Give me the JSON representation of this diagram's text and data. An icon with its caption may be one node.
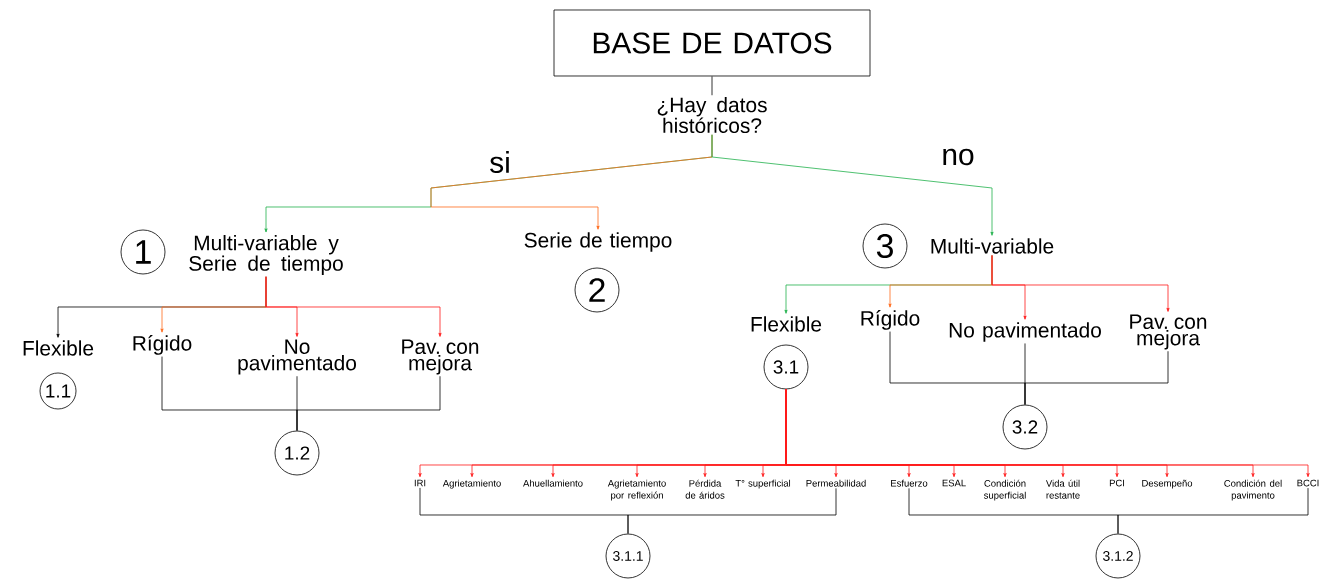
{
  "diagram": {
    "nodes": [
      {
        "text": [
          "BASE DE DATOS"
        ]
      },
      {
        "text": [
          "¿Hay datos históricos?"
        ]
      },
      {
        "text": [
          "1"
        ]
      },
      {
        "text": [
          "Multi-variable y Serie de tiempo"
        ]
      },
      {
        "text": [
          "Serie de tiempo"
        ]
      },
      {
        "text": [
          "2"
        ]
      },
      {
        "text": [
          "3"
        ]
      },
      {
        "text": [
          "Multi-variable"
        ]
      },
      {
        "text": [
          "Flexible"
        ]
      },
      {
        "text": [
          "1.1"
        ]
      },
      {
        "text": [
          "Rígido"
        ]
      },
      {
        "text": [
          "No pavimentado"
        ]
      },
      {
        "text": [
          "Pav. con mejora"
        ]
      },
      {
        "text": [
          "1.2"
        ]
      },
      {
        "text": [
          "Flexible"
        ]
      },
      {
        "text": [
          "3.1"
        ]
      },
      {
        "text": [
          "Rígido"
        ]
      },
      {
        "text": [
          "No pavimentado"
        ]
      },
      {
        "text": [
          "Pav. con mejora"
        ]
      },
      {
        "text": [
          "3.2"
        ]
      },
      {
        "text": [
          "IRI"
        ]
      },
      {
        "text": [
          "Agrietamiento"
        ]
      },
      {
        "text": [
          "Ahuellamiento"
        ]
      },
      {
        "text": [
          "Agrietamiento por reflexión"
        ]
      },
      {
        "text": [
          "Pérdida de áridos"
        ]
      },
      {
        "text": [
          "T° superficial"
        ]
      },
      {
        "text": [
          "Permeabilidad"
        ]
      },
      {
        "text": [
          "Esfuerzo"
        ]
      },
      {
        "text": [
          "ESAL"
        ]
      },
      {
        "text": [
          "Condición superficial"
        ]
      },
      {
        "text": [
          "Vida útil restante"
        ]
      },
      {
        "text": [
          "PCI"
        ]
      },
      {
        "text": [
          "Desempeño"
        ]
      },
      {
        "text": [
          "Condición del pavimento"
        ]
      },
      {
        "text": [
          "BCCI"
        ]
      },
      {
        "text": [
          "3.1.1"
        ]
      },
      {
        "text": [
          "3.1.2"
        ]
      }
    ],
    "edges": [
      {
        "from": 0,
        "to": 1,
        "arrow": "none",
        "color": "#000000"
      },
      {
        "from": 1,
        "to": 3,
        "arrow": "to",
        "label": "si",
        "color": "#22b14c"
      },
      {
        "from": 1,
        "to": 4,
        "arrow": "to",
        "color": "#ff6a1a"
      },
      {
        "from": 1,
        "to": 7,
        "arrow": "to",
        "label": "no",
        "color": "#22b14c"
      },
      {
        "from": 3,
        "to": 8,
        "arrow": "to",
        "color": "#000000"
      },
      {
        "from": 3,
        "to": 10,
        "arrow": "to",
        "color": "#ff6a1a"
      },
      {
        "from": 3,
        "to": 11,
        "arrow": "to",
        "color": "#ff1a1a"
      },
      {
        "from": 3,
        "to": 12,
        "arrow": "to",
        "color": "#ff1a1a"
      },
      {
        "from": 7,
        "to": 14,
        "arrow": "to",
        "color": "#22b14c"
      },
      {
        "from": 7,
        "to": 16,
        "arrow": "to",
        "color": "#ff6a1a"
      },
      {
        "from": 7,
        "to": 17,
        "arrow": "to",
        "color": "#ff1a1a"
      },
      {
        "from": 7,
        "to": 18,
        "arrow": "to",
        "color": "#ff1a1a"
      },
      {
        "from": 10,
        "to": 13,
        "arrow": "none",
        "color": "#000000"
      },
      {
        "from": 11,
        "to": 13,
        "arrow": "none",
        "color": "#000000"
      },
      {
        "from": 12,
        "to": 13,
        "arrow": "none",
        "color": "#000000"
      },
      {
        "from": 16,
        "to": 19,
        "arrow": "none",
        "color": "#000000"
      },
      {
        "from": 17,
        "to": 19,
        "arrow": "none",
        "color": "#000000"
      },
      {
        "from": 18,
        "to": 19,
        "arrow": "none",
        "color": "#000000"
      },
      {
        "from": 15,
        "to": 20,
        "arrow": "to",
        "color": "#ff1a1a"
      },
      {
        "from": 15,
        "to": 21,
        "arrow": "to",
        "color": "#ff1a1a"
      },
      {
        "from": 15,
        "to": 22,
        "arrow": "to",
        "color": "#ff1a1a"
      },
      {
        "from": 15,
        "to": 23,
        "arrow": "to",
        "color": "#ff1a1a"
      },
      {
        "from": 15,
        "to": 24,
        "arrow": "to",
        "color": "#ff1a1a"
      },
      {
        "from": 15,
        "to": 25,
        "arrow": "to",
        "color": "#ff1a1a"
      },
      {
        "from": 15,
        "to": 26,
        "arrow": "to",
        "color": "#ff1a1a"
      },
      {
        "from": 15,
        "to": 27,
        "arrow": "to",
        "color": "#ff1a1a"
      },
      {
        "from": 15,
        "to": 28,
        "arrow": "to",
        "color": "#ff1a1a"
      },
      {
        "from": 15,
        "to": 29,
        "arrow": "to",
        "color": "#ff1a1a"
      },
      {
        "from": 15,
        "to": 30,
        "arrow": "to",
        "color": "#ff1a1a"
      },
      {
        "from": 15,
        "to": 31,
        "arrow": "to",
        "color": "#ff1a1a"
      },
      {
        "from": 15,
        "to": 32,
        "arrow": "to",
        "color": "#ff1a1a"
      },
      {
        "from": 15,
        "to": 33,
        "arrow": "to",
        "color": "#ff1a1a"
      },
      {
        "from": 15,
        "to": 34,
        "arrow": "to",
        "color": "#ff1a1a"
      },
      {
        "from": 20,
        "to": 35,
        "arrow": "none",
        "color": "#000000"
      },
      {
        "from": 26,
        "to": 35,
        "arrow": "none",
        "color": "#000000"
      },
      {
        "from": 27,
        "to": 36,
        "arrow": "none",
        "color": "#000000"
      },
      {
        "from": 34,
        "to": 36,
        "arrow": "none",
        "color": "#000000"
      }
    ]
  }
}
